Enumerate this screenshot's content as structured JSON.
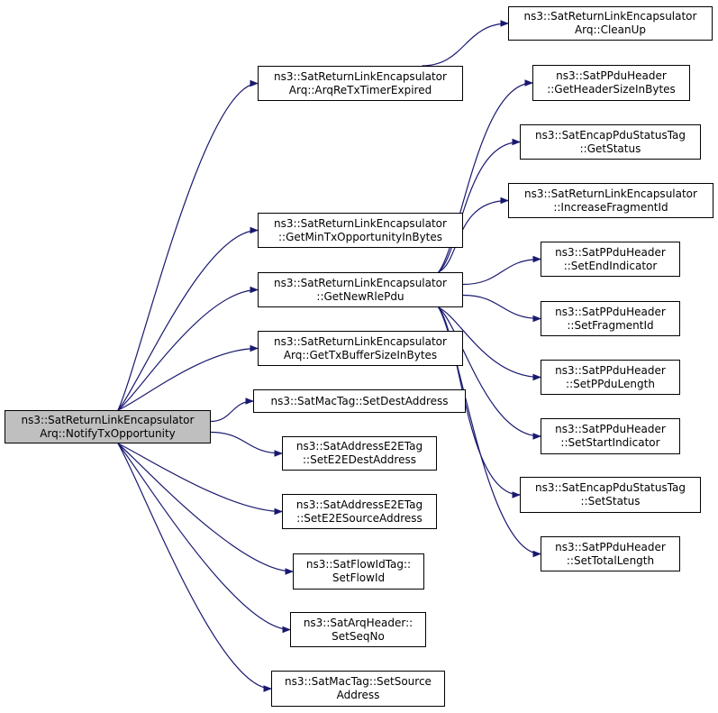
{
  "nodes": [
    {
      "id": "root",
      "lines": [
        "ns3::SatReturnLinkEncapsulator",
        "Arq::NotifyTxOpportunity"
      ]
    },
    {
      "id": "arqretx",
      "lines": [
        "ns3::SatReturnLinkEncapsulator",
        "Arq::ArqReTxTimerExpired"
      ]
    },
    {
      "id": "cleanup",
      "lines": [
        "ns3::SatReturnLinkEncapsulator",
        "Arq::CleanUp"
      ]
    },
    {
      "id": "getmintx",
      "lines": [
        "ns3::SatReturnLinkEncapsulator",
        "::GetMinTxOpportunityInBytes"
      ]
    },
    {
      "id": "getnewrle",
      "lines": [
        "ns3::SatReturnLinkEncapsulator",
        "::GetNewRlePdu"
      ]
    },
    {
      "id": "gettxbuf",
      "lines": [
        "ns3::SatReturnLinkEncapsulator",
        "Arq::GetTxBufferSizeInBytes"
      ]
    },
    {
      "id": "setdest",
      "lines": [
        "ns3::SatMacTag::SetDestAddress"
      ]
    },
    {
      "id": "sete2edest",
      "lines": [
        "ns3::SatAddressE2ETag",
        "::SetE2EDestAddress"
      ]
    },
    {
      "id": "sete2esrc",
      "lines": [
        "ns3::SatAddressE2ETag",
        "::SetE2ESourceAddress"
      ]
    },
    {
      "id": "setflow",
      "lines": [
        "ns3::SatFlowIdTag::",
        "SetFlowId"
      ]
    },
    {
      "id": "setseq",
      "lines": [
        "ns3::SatArqHeader::",
        "SetSeqNo"
      ]
    },
    {
      "id": "setsrc",
      "lines": [
        "ns3::SatMacTag::SetSource",
        "Address"
      ]
    },
    {
      "id": "gethdr",
      "lines": [
        "ns3::SatPPduHeader",
        "::GetHeaderSizeInBytes"
      ]
    },
    {
      "id": "getstatus",
      "lines": [
        "ns3::SatEncapPduStatusTag",
        "::GetStatus"
      ]
    },
    {
      "id": "incfrag",
      "lines": [
        "ns3::SatReturnLinkEncapsulator",
        "::IncreaseFragmentId"
      ]
    },
    {
      "id": "setend",
      "lines": [
        "ns3::SatPPduHeader",
        "::SetEndIndicator"
      ]
    },
    {
      "id": "setfrag",
      "lines": [
        "ns3::SatPPduHeader",
        "::SetFragmentId"
      ]
    },
    {
      "id": "setplen",
      "lines": [
        "ns3::SatPPduHeader",
        "::SetPPduLength"
      ]
    },
    {
      "id": "setstart",
      "lines": [
        "ns3::SatPPduHeader",
        "::SetStartIndicator"
      ]
    },
    {
      "id": "setstatus",
      "lines": [
        "ns3::SatEncapPduStatusTag",
        "::SetStatus"
      ]
    },
    {
      "id": "settotal",
      "lines": [
        "ns3::SatPPduHeader",
        "::SetTotalLength"
      ]
    }
  ],
  "edges": [
    [
      "root",
      "arqretx"
    ],
    [
      "root",
      "getmintx"
    ],
    [
      "root",
      "getnewrle"
    ],
    [
      "root",
      "gettxbuf"
    ],
    [
      "root",
      "setdest"
    ],
    [
      "root",
      "sete2edest"
    ],
    [
      "root",
      "sete2esrc"
    ],
    [
      "root",
      "setflow"
    ],
    [
      "root",
      "setseq"
    ],
    [
      "root",
      "setsrc"
    ],
    [
      "arqretx",
      "cleanup"
    ],
    [
      "getnewrle",
      "gethdr"
    ],
    [
      "getnewrle",
      "getstatus"
    ],
    [
      "getnewrle",
      "incfrag"
    ],
    [
      "getnewrle",
      "setend"
    ],
    [
      "getnewrle",
      "setfrag"
    ],
    [
      "getnewrle",
      "setplen"
    ],
    [
      "getnewrle",
      "setstart"
    ],
    [
      "getnewrle",
      "setstatus"
    ],
    [
      "getnewrle",
      "settotal"
    ]
  ],
  "colors": {
    "edge": "#191970",
    "root_fill": "#bfbfbf",
    "node_fill": "#ffffff",
    "border": "#000000"
  }
}
